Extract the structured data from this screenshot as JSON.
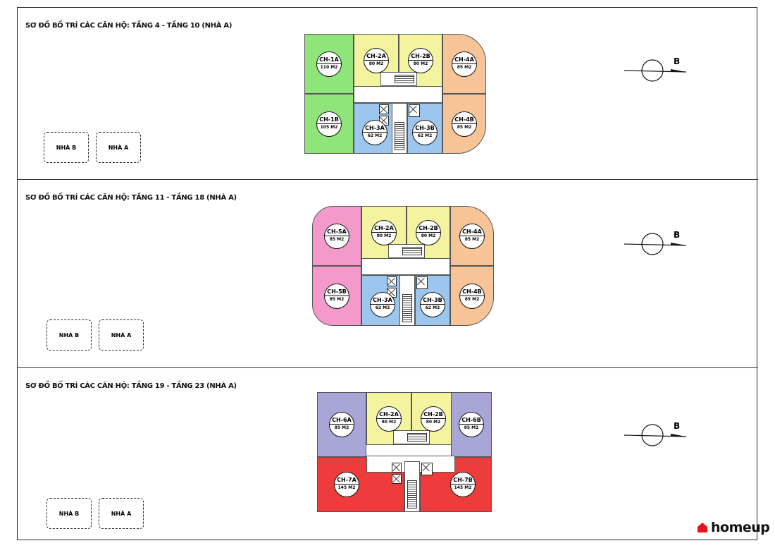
{
  "panels": [
    {
      "title": "SƠ ĐỒ BỐ TRÍ CÁC CĂN HỘ: TẦNG 4 - TẦNG 10 (NHÀ A)",
      "units": [
        {
          "code": "CH-1A",
          "area": "110 M2",
          "color": "#8fe57a"
        },
        {
          "code": "CH-1B",
          "area": "105 M2",
          "color": "#8fe57a"
        },
        {
          "code": "CH-2A",
          "area": "80 M2",
          "color": "#f3f3a0"
        },
        {
          "code": "CH-2B",
          "area": "80 M2",
          "color": "#f3f3a0"
        },
        {
          "code": "CH-3A",
          "area": "62 M2",
          "color": "#9cc6ee"
        },
        {
          "code": "CH-3B",
          "area": "62 M2",
          "color": "#9cc6ee"
        },
        {
          "code": "CH-4A",
          "area": "85 M2",
          "color": "#f7c497"
        },
        {
          "code": "CH-4B",
          "area": "85 M2",
          "color": "#f7c497"
        }
      ]
    },
    {
      "title": "SƠ ĐỒ BỐ TRÍ CÁC CĂN HỘ: TẦNG 11 - TẦNG 18 (NHÀ A)",
      "units": [
        {
          "code": "CH-5A",
          "area": "85 M2",
          "color": "#f39acb"
        },
        {
          "code": "CH-5B",
          "area": "85 M2",
          "color": "#f39acb"
        },
        {
          "code": "CH-2A",
          "area": "80 M2",
          "color": "#f3f3a0"
        },
        {
          "code": "CH-2B",
          "area": "80 M2",
          "color": "#f3f3a0"
        },
        {
          "code": "CH-3A",
          "area": "62 M2",
          "color": "#9cc6ee"
        },
        {
          "code": "CH-3B",
          "area": "62 M2",
          "color": "#9cc6ee"
        },
        {
          "code": "CH-4A",
          "area": "85 M2",
          "color": "#f7c497"
        },
        {
          "code": "CH-4B",
          "area": "85 M2",
          "color": "#f7c497"
        }
      ]
    },
    {
      "title": "SƠ ĐỒ BỐ TRÍ CÁC CĂN HỘ: TẦNG 19 - TẦNG 23 (NHÀ A)",
      "units": [
        {
          "code": "CH-6A",
          "area": "85 M2",
          "color": "#a7a6d6"
        },
        {
          "code": "CH-2A",
          "area": "80 M2",
          "color": "#f3f3a0"
        },
        {
          "code": "CH-2B",
          "area": "80 M2",
          "color": "#f3f3a0"
        },
        {
          "code": "CH-6B",
          "area": "85 M2",
          "color": "#a7a6d6"
        },
        {
          "code": "CH-7A",
          "area": "145 M2",
          "color": "#ee3b3b"
        },
        {
          "code": "CH-7B",
          "area": "145 M2",
          "color": "#ee3b3b"
        }
      ]
    }
  ],
  "site": {
    "building_b": "NHÀ B",
    "building_a": "NHÀ A"
  },
  "north_label": "B",
  "brand": {
    "name": "homeup",
    "color": "#e8121c"
  }
}
